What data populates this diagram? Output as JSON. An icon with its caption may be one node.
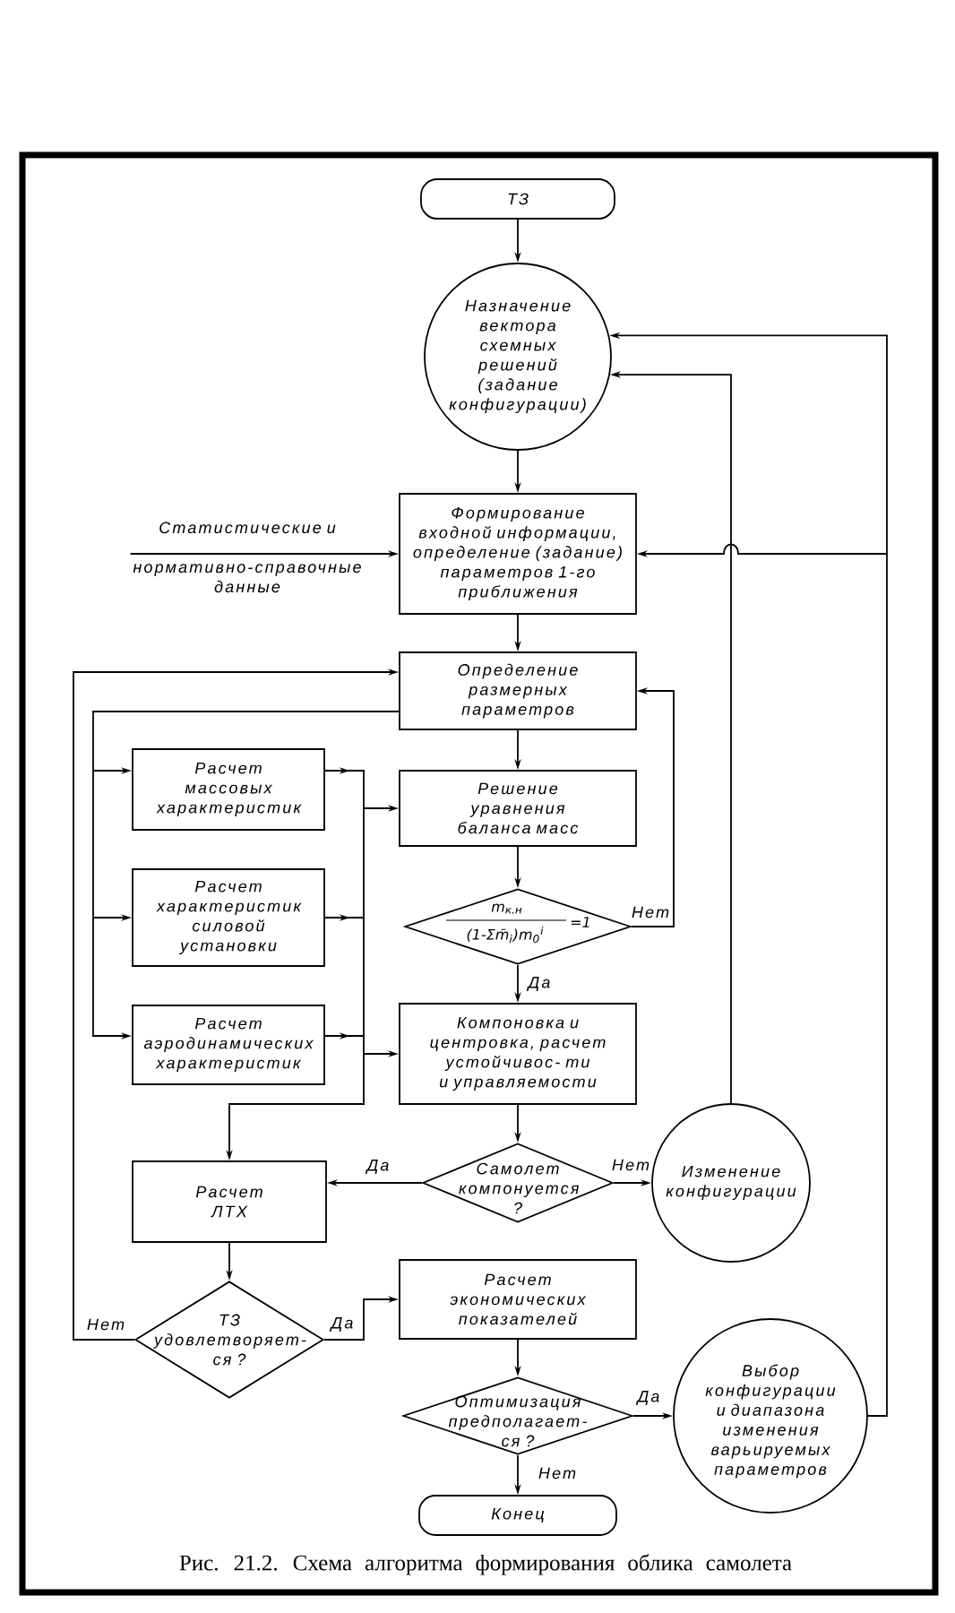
{
  "diagram": {
    "caption": "Рис. 21.2. Схема алгоритма формирования облика самолета",
    "nodes": [
      {
        "text": [
          "ТЗ"
        ]
      },
      {
        "text": [
          "Назначение вектора схемных решений (задание конфигурации)"
        ]
      },
      {
        "text": [
          "Статистические и",
          "нормативно-справочные данные"
        ]
      },
      {
        "text": [
          "Формирование входной информации, определение (задание) параметров 1-го приближения"
        ]
      },
      {
        "text": [
          "Определение размерных параметров"
        ]
      },
      {
        "text": [
          "Расчет массовых характеристик"
        ]
      },
      {
        "text": [
          "Решение уравнения баланса масс"
        ]
      },
      {
        "text": [
          "Расчет характеристик силовой установки"
        ]
      },
      {
        "text": [
          "m$_{к.н}$",
          "(1-Σm̄$_{i}$)m$_{0}$$^{i}$",
          "=1"
        ]
      },
      {
        "text": [
          "Расчет аэродинамических характеристик"
        ]
      },
      {
        "text": [
          "Компоновка и центровка, расчет устойчивос- ти и управляемости"
        ]
      },
      {
        "text": [
          "Расчет ЛТХ"
        ]
      },
      {
        "text": [
          "Самолет компонуется ?"
        ]
      },
      {
        "text": [
          "Изменение конфигурации"
        ]
      },
      {
        "text": [
          "ТЗ удовлетворяет- ся ?"
        ]
      },
      {
        "text": [
          "Расчет экономических показателей"
        ]
      },
      {
        "text": [
          "Оптимизация предполагает- ся ?"
        ]
      },
      {
        "text": [
          "Выбор конфигурации и диапазона изменения варьируемых параметров"
        ]
      },
      {
        "text": [
          "Конец"
        ]
      }
    ],
    "edges": [
      {
        "from": 0,
        "to": 1,
        "arrow": "to"
      },
      {
        "from": 1,
        "to": 3,
        "arrow": "to"
      },
      {
        "from": 2,
        "to": 3,
        "arrow": "to"
      },
      {
        "from": 3,
        "to": 4,
        "arrow": "to"
      },
      {
        "from": 4,
        "to": 6,
        "arrow": "to"
      },
      {
        "from": 4,
        "to": 5,
        "arrow": "to"
      },
      {
        "from": 4,
        "to": 7,
        "arrow": "to"
      },
      {
        "from": 4,
        "to": 9,
        "arrow": "to"
      },
      {
        "from": 5,
        "to": 6,
        "arrow": "to"
      },
      {
        "from": 5,
        "to": 10,
        "arrow": "to"
      },
      {
        "from": 5,
        "to": 11,
        "arrow": "to"
      },
      {
        "from": 7,
        "to": 6,
        "arrow": "to"
      },
      {
        "from": 7,
        "to": 10,
        "arrow": "to"
      },
      {
        "from": 7,
        "to": 11,
        "arrow": "to"
      },
      {
        "from": 9,
        "to": 6,
        "arrow": "to"
      },
      {
        "from": 9,
        "to": 10,
        "arrow": "to"
      },
      {
        "from": 9,
        "to": 11,
        "arrow": "to"
      },
      {
        "from": 6,
        "to": 8,
        "arrow": "to"
      },
      {
        "from": 8,
        "to": 4,
        "arrow": "to",
        "label": "Нет"
      },
      {
        "from": 8,
        "to": 10,
        "arrow": "to",
        "label": "Да"
      },
      {
        "from": 10,
        "to": 12,
        "arrow": "to"
      },
      {
        "from": 12,
        "to": 11,
        "arrow": "to",
        "label": "Да"
      },
      {
        "from": 12,
        "to": 13,
        "arrow": "to",
        "label": "Нет"
      },
      {
        "from": 13,
        "to": 1,
        "arrow": "to"
      },
      {
        "from": 11,
        "to": 14,
        "arrow": "to"
      },
      {
        "from": 14,
        "to": 4,
        "arrow": "to",
        "label": "Нет"
      },
      {
        "from": 14,
        "to": 15,
        "arrow": "to",
        "label": "Да"
      },
      {
        "from": 15,
        "to": 16,
        "arrow": "to"
      },
      {
        "from": 16,
        "to": 17,
        "arrow": "to",
        "label": "Да"
      },
      {
        "from": 16,
        "to": 18,
        "arrow": "to",
        "label": "Нет"
      },
      {
        "from": 17,
        "to": 1,
        "arrow": "to"
      },
      {
        "from": 17,
        "to": 3,
        "arrow": "to"
      }
    ]
  }
}
